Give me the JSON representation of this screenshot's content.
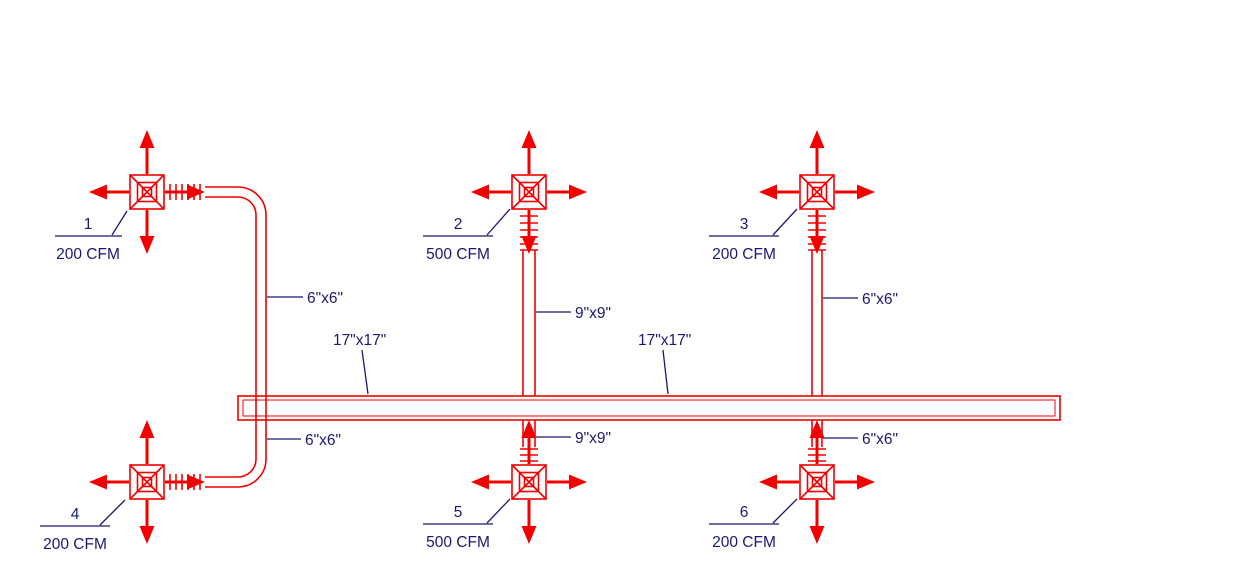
{
  "colors": {
    "duct": "#f20000",
    "annotation": "#191970",
    "background": "#ffffff"
  },
  "diffusers": [
    {
      "number": "1",
      "cfm": "200 CFM"
    },
    {
      "number": "2",
      "cfm": "500 CFM"
    },
    {
      "number": "3",
      "cfm": "200 CFM"
    },
    {
      "number": "4",
      "cfm": "200 CFM"
    },
    {
      "number": "5",
      "cfm": "500 CFM"
    },
    {
      "number": "6",
      "cfm": "200 CFM"
    }
  ],
  "duct_labels": {
    "branch_top_left": "6\"x6\"",
    "branch_top_center": "9\"x9\"",
    "branch_top_right": "6\"x6\"",
    "branch_bottom_left": "6\"x6\"",
    "branch_bottom_center": "9\"x9\"",
    "branch_bottom_right": "6\"x6\"",
    "main_duct_left": "17\"x17\"",
    "main_duct_right": "17\"x17\""
  }
}
